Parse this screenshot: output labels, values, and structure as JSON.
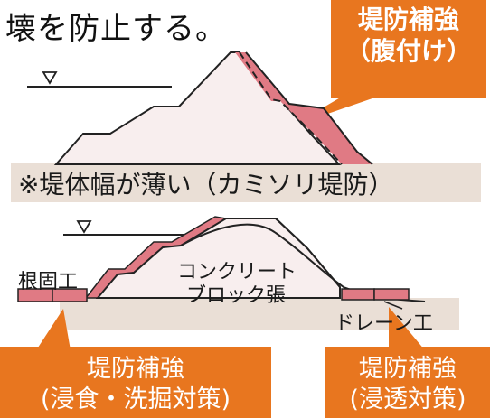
{
  "intro_text": "壊を防止する。",
  "callouts": {
    "abdominal": {
      "line1": "堤防補強",
      "line2": "（腹付け）"
    },
    "erosion": {
      "line1": "堤防補強",
      "line2": "(浸食・洗掘対策)"
    },
    "seepage": {
      "line1": "堤防補強",
      "line2": "(浸透対策)"
    }
  },
  "caption": "※堤体幅が薄い（カミソリ堤防）",
  "labels": {
    "root_fix": "根固工",
    "concrete_block_1": "コンクリート",
    "concrete_block_2": "ブロック張",
    "drain": "ドレーン工"
  },
  "colors": {
    "callout": "#e8761f",
    "reinforcement": "#e07a84",
    "embankment": "#f8eeee",
    "ground": "#eadfd6"
  }
}
